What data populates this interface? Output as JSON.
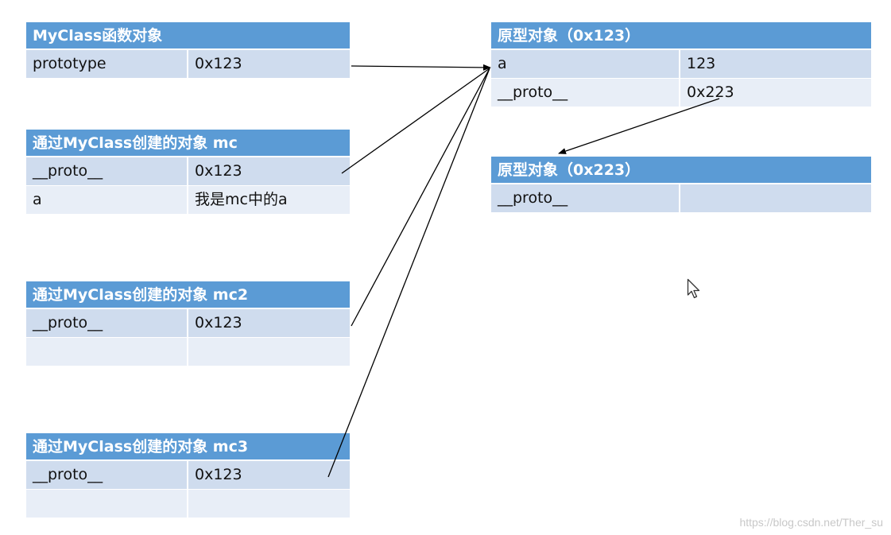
{
  "tables": {
    "myclass": {
      "title": "MyClass函数对象",
      "rows": [
        {
          "key": "prototype",
          "value": "0x123"
        }
      ]
    },
    "mc": {
      "title": "通过MyClass创建的对象 mc",
      "rows": [
        {
          "key": "__proto__",
          "value": "0x123"
        },
        {
          "key": "a",
          "value": "我是mc中的a"
        }
      ]
    },
    "mc2": {
      "title": "通过MyClass创建的对象 mc2",
      "rows": [
        {
          "key": "__proto__",
          "value": "0x123"
        },
        {
          "key": "",
          "value": ""
        }
      ]
    },
    "mc3": {
      "title": "通过MyClass创建的对象 mc3",
      "rows": [
        {
          "key": "__proto__",
          "value": "0x123"
        },
        {
          "key": "",
          "value": ""
        }
      ]
    },
    "proto123": {
      "title": "原型对象（0x123）",
      "rows": [
        {
          "key": "a",
          "value": "123"
        },
        {
          "key": "__proto__",
          "value": "0x223"
        }
      ]
    },
    "proto223": {
      "title": "原型对象（0x223）",
      "rows": [
        {
          "key": "__proto__",
          "value": ""
        }
      ]
    }
  },
  "watermark": "https://blog.csdn.net/Ther_su",
  "icons": {
    "cursor": "mouse-pointer-icon"
  },
  "colors": {
    "header": "#5b9bd5",
    "row_odd": "#cfdcee",
    "row_even": "#e8eef7",
    "arrow": "#000000"
  }
}
